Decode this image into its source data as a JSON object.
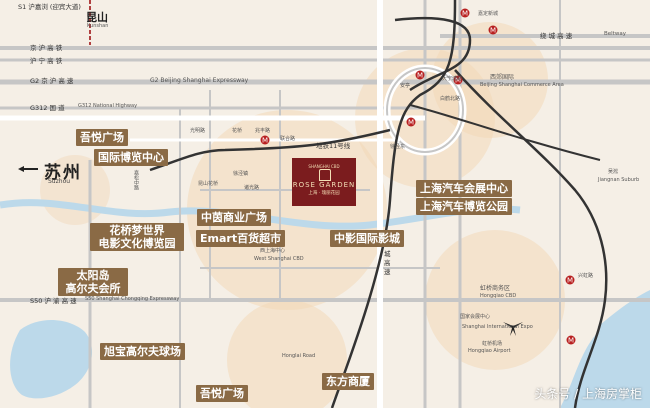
{
  "map": {
    "kunshan": {
      "cn": "昆山",
      "en": "Kunshan"
    },
    "suzhou": {
      "cn": "苏州",
      "en": "Suzhou"
    },
    "roads": {
      "s1": "S1 沪嘉浏 (迎宾大道)",
      "jinghu": "京 沪 高 铁",
      "huning": "沪 宁 高 铁",
      "g2": "G2  京 沪 高 速",
      "g2_en": "G2 Beijing Shanghai Expressway",
      "g312_cn": "G312  国 道",
      "g312_en": "G312 National Highway",
      "beltway_cn": "绕 城 高 速",
      "beltway_en": "Beltway",
      "s50_cn": "S50  沪 渝 高 速",
      "s50_en": "S50 Shanghai Chongqing Expressway",
      "line11": "地铁11号线",
      "chenggao": "城 高 速"
    },
    "project": {
      "top": "SHANGHAI CBD",
      "name": "ROSE GARDEN",
      "sub": "上海 · 瑰丽花园"
    },
    "poi_labels": [
      "吾悦广场",
      "国际博览中心",
      "中茵商业广场",
      "花桥梦世界",
      "电影文化博览园",
      "Emart百货超市",
      "中影国际影城",
      "太阳岛",
      "高尔夫会所",
      "旭宝高尔夫球场",
      "吾悦广场",
      "东方商厦",
      "上海汽车会展中心",
      "上海汽车博览公园"
    ],
    "small_text": [
      "嘉定新城",
      "安亭",
      "花桥",
      "光明路",
      "兆丰路",
      "徐泾东",
      "虹桥商务区",
      "虹桥机场",
      "国家会展中心",
      "西郊国际",
      "联合路",
      "诸光路",
      "徐泾镇",
      "大宁塘路",
      "白鹤北路",
      "昆山花桥",
      "Hongqiao CBD",
      "Hongqiao Airport",
      "West Shanghai CBD",
      "Beijing Shanghai Commerce Area",
      "Jiangnan Suburb",
      "Shanghai International Expo",
      "西上海中心",
      "吴淞",
      "嘉松中路",
      "兴虹路",
      "Honglai Road"
    ],
    "watermark": "头条号 / 上海房掌柜"
  }
}
